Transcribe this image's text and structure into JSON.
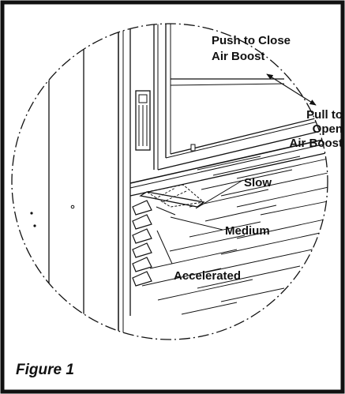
{
  "labels": {
    "push_line1": "Push to Close",
    "push_line2": "Air Boost",
    "pull_line1": "Pull to",
    "pull_line2": "Open",
    "pull_line3": "Air Boost",
    "slow": "Slow",
    "medium": "Medium",
    "accelerated": "Accelerated"
  },
  "caption": "Figure 1"
}
